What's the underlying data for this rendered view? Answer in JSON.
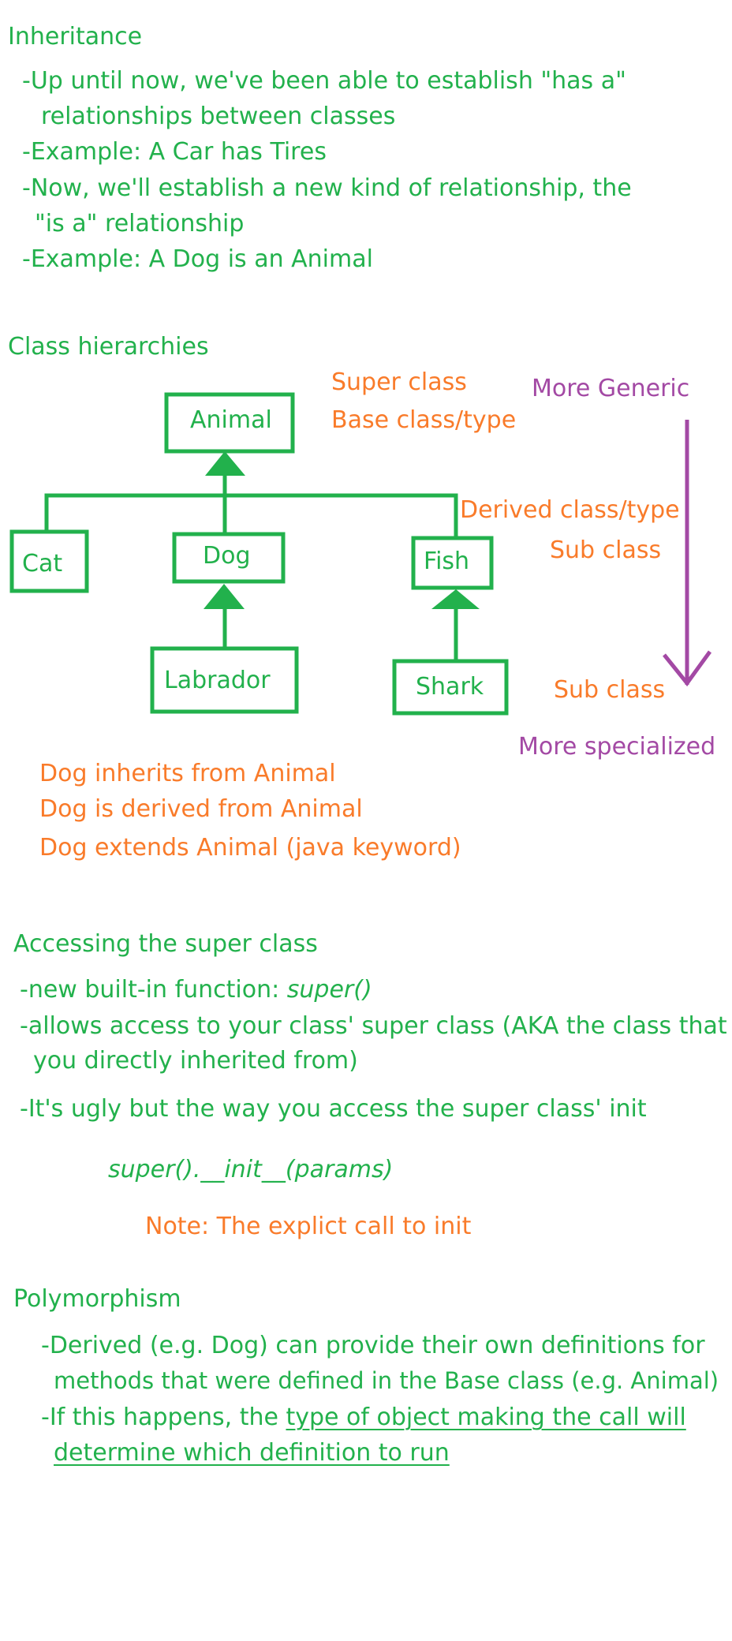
{
  "colors": {
    "green": "#22b14c",
    "orange": "#f97b2a",
    "purple": "#a349a4"
  },
  "inheritance": {
    "title": "Inheritance",
    "lines": [
      "-Up until now, we've been able to establish \"has a\"",
      "relationships between classes",
      "-Example: A Car has Tires",
      "-Now, we'll establish a new kind of relationship, the",
      "\"is a\" relationship",
      "-Example:  A Dog is an Animal"
    ]
  },
  "hierarchy": {
    "title": "Class hierarchies",
    "super_labels": [
      "Super class",
      "Base class/type"
    ],
    "derived_labels": [
      "Derived class/type",
      "Sub class"
    ],
    "sub_label": "Sub class",
    "more_generic": "More Generic",
    "more_specialized": "More specialized",
    "nodes": {
      "animal": "Animal",
      "cat": "Cat",
      "dog": "Dog",
      "fish": "Fish",
      "labrador": "Labrador",
      "shark": "Shark"
    },
    "notes": [
      "Dog inherits from Animal",
      "Dog is derived from Animal",
      "Dog extends Animal (java keyword)"
    ]
  },
  "super_access": {
    "title": "Accessing the super class",
    "line1_prefix": "-new built-in function: ",
    "line1_code": "super()",
    "line2": "-allows access to your class' super class (AKA the class that",
    "line3": "you directly inherited from)",
    "line4": "-It's ugly but the way you access the super class' init",
    "code": "super().__init__(params)",
    "note": "Note: The explict call to init"
  },
  "polymorphism": {
    "title": "Polymorphism",
    "line1": "-Derived (e.g. Dog) can provide their own definitions for",
    "line2": "methods that were defined in the Base class (e.g. Animal)",
    "line3_prefix": "-If this happens, the ",
    "line3_underlined": "type of object making the call will",
    "line4_underlined": "determine which definition to run"
  }
}
